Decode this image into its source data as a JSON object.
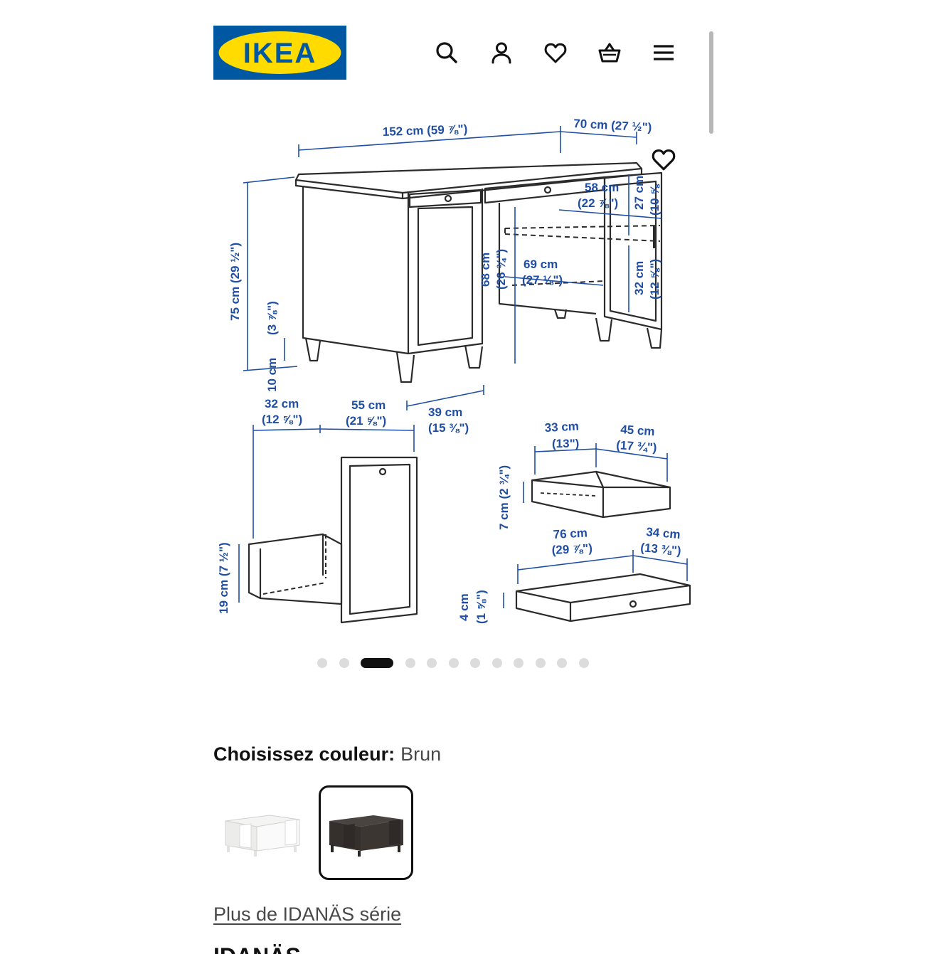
{
  "header": {
    "logo_text": "IKEA",
    "icons": [
      "search-icon",
      "user-icon",
      "heart-icon",
      "basket-icon",
      "menu-icon"
    ]
  },
  "colors": {
    "ikea_blue": "#0058a3",
    "ikea_yellow": "#ffdb00",
    "dimension_blue": "#1f4ea3",
    "line_art": "#2b2b2b",
    "brown_desk": "#3b3632"
  },
  "gallery": {
    "dimensions": {
      "width_total": "152 cm (59 ⅞\")",
      "depth_total": "70 cm (27 ½\")",
      "height_total": "75 cm (29 ½\")",
      "leg_height_cm": "10 cm",
      "leg_height_in": "(3 ⅞\")",
      "drawer_w_cm": "58 cm",
      "drawer_w_in": "(22 ⅞\")",
      "shelf_h_cm": "27 cm",
      "shelf_h_in": "(10 ⅝",
      "knee_h_cm": "68 cm",
      "knee_h_in": "(26 ¾\")",
      "knee_w_cm": "69 cm",
      "knee_w_in": "(27 ⅛\")",
      "cab_h_cm": "32 cm",
      "cab_h_in": "(12 ⅝\")",
      "cab_d_cm": "39 cm",
      "cab_d_in": "(15 ⅜\")",
      "p2_w_cm": "32 cm",
      "p2_w_in": "(12 ⅝\")",
      "p2_d_cm": "55 cm",
      "p2_d_in": "(21 ⅝\")",
      "p2_h": "19 cm (7 ½\")",
      "d1_w_cm": "33 cm",
      "d1_w_in": "(13\")",
      "d1_d_cm": "45 cm",
      "d1_d_in": "(17 ¾\")",
      "d1_h": "7 cm (2 ¾\")",
      "d2_w_cm": "76 cm",
      "d2_w_in": "(29 ⅞\")",
      "d2_d_cm": "34 cm",
      "d2_d_in": "(13 ⅜\")",
      "d2_h_cm": "4 cm",
      "d2_h_in": "(1 ⅝\")"
    },
    "total_slides": 12,
    "active_index": 2
  },
  "colour_picker": {
    "label": "Choisissez couleur:",
    "selected": "Brun",
    "options": [
      "white-desk-thumbnail",
      "brown-desk-thumbnail"
    ]
  },
  "series_link": "Plus de IDANÄS série",
  "next_section_title": "IDANÄS"
}
